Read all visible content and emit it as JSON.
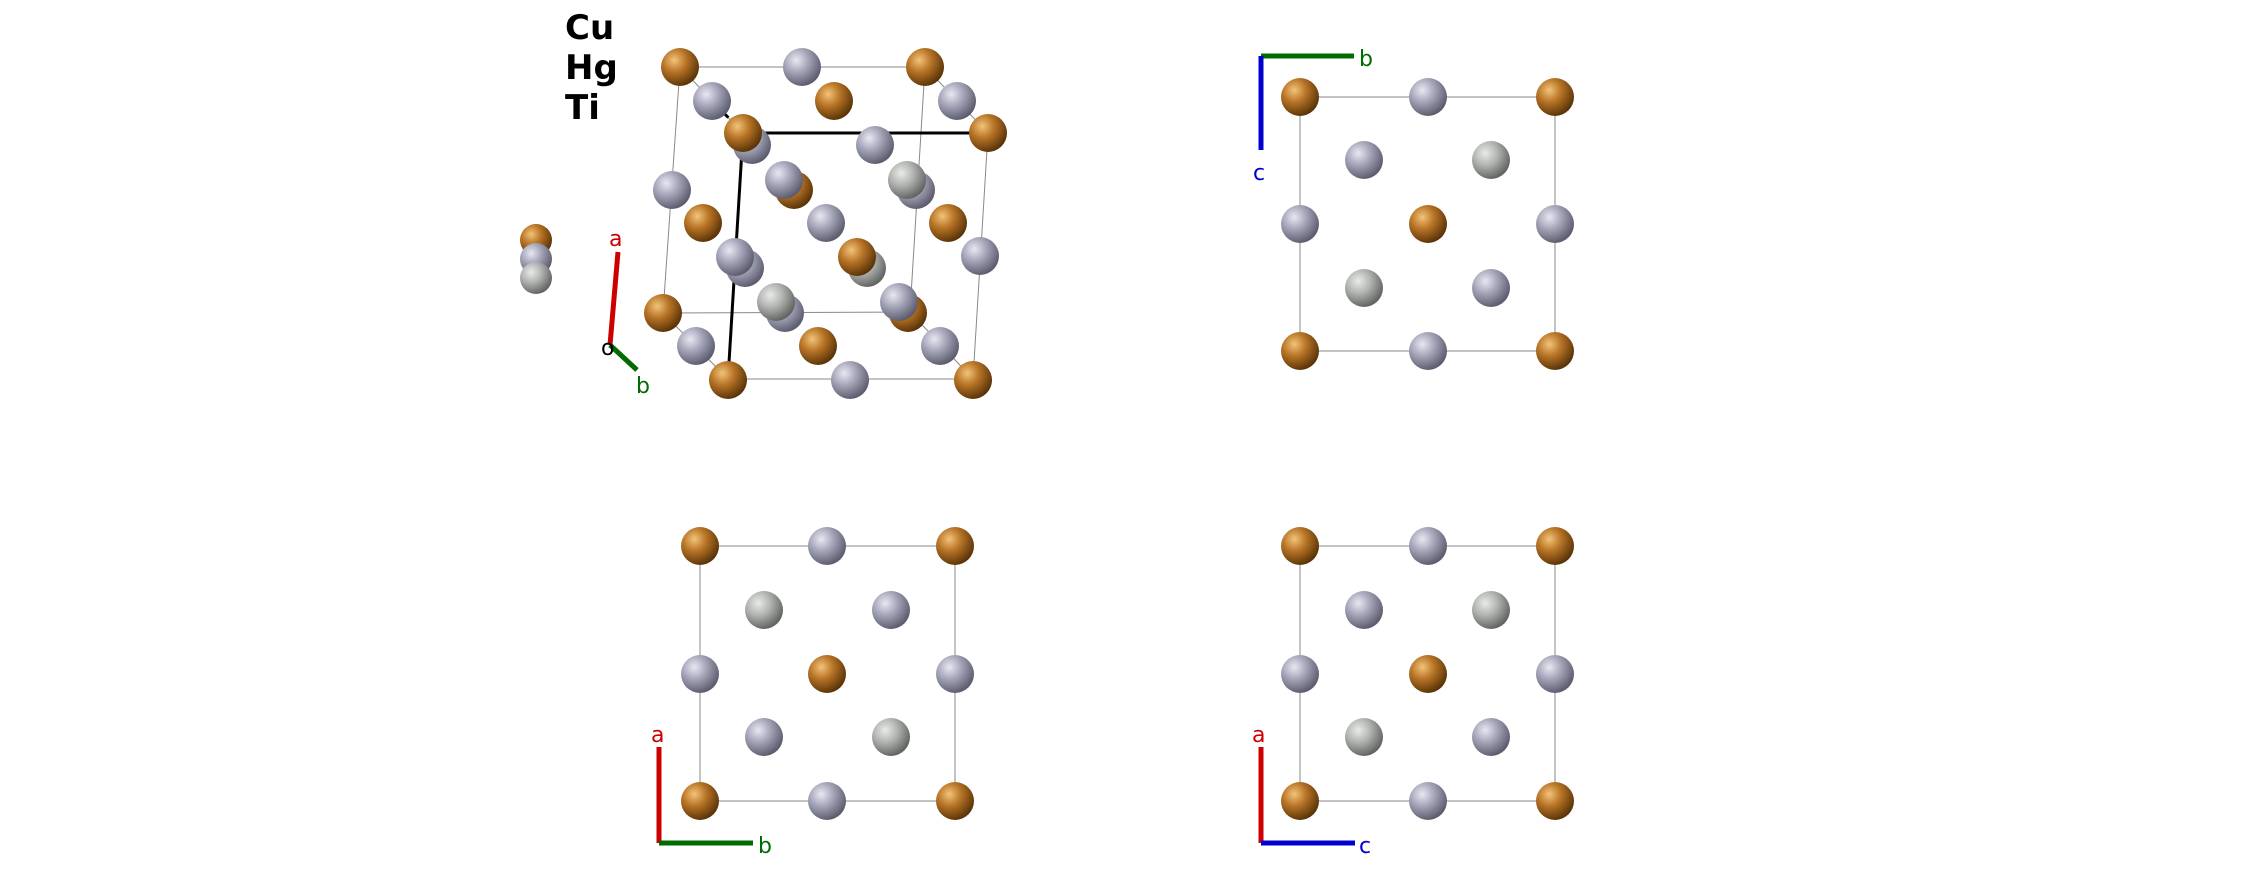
{
  "legend": [
    "Cu",
    "Hg",
    "Ti"
  ],
  "colors": {
    "Cu": "#b87426",
    "Hg": "#a6a6ba",
    "Ti": "#b3b5b3",
    "axis_a": "#cc0000",
    "axis_b": "#006b00",
    "axis_c": "#0000cc",
    "cell_line": "#888888",
    "bond": "#000000"
  },
  "views": [
    {
      "id": "perspective",
      "axes": [
        "a",
        "b",
        "o"
      ]
    },
    {
      "id": "view-bc",
      "axes": [
        "b",
        "c"
      ]
    },
    {
      "id": "view-ab",
      "axes": [
        "a",
        "b"
      ]
    },
    {
      "id": "view-ac",
      "axes": [
        "a",
        "c"
      ]
    }
  ]
}
